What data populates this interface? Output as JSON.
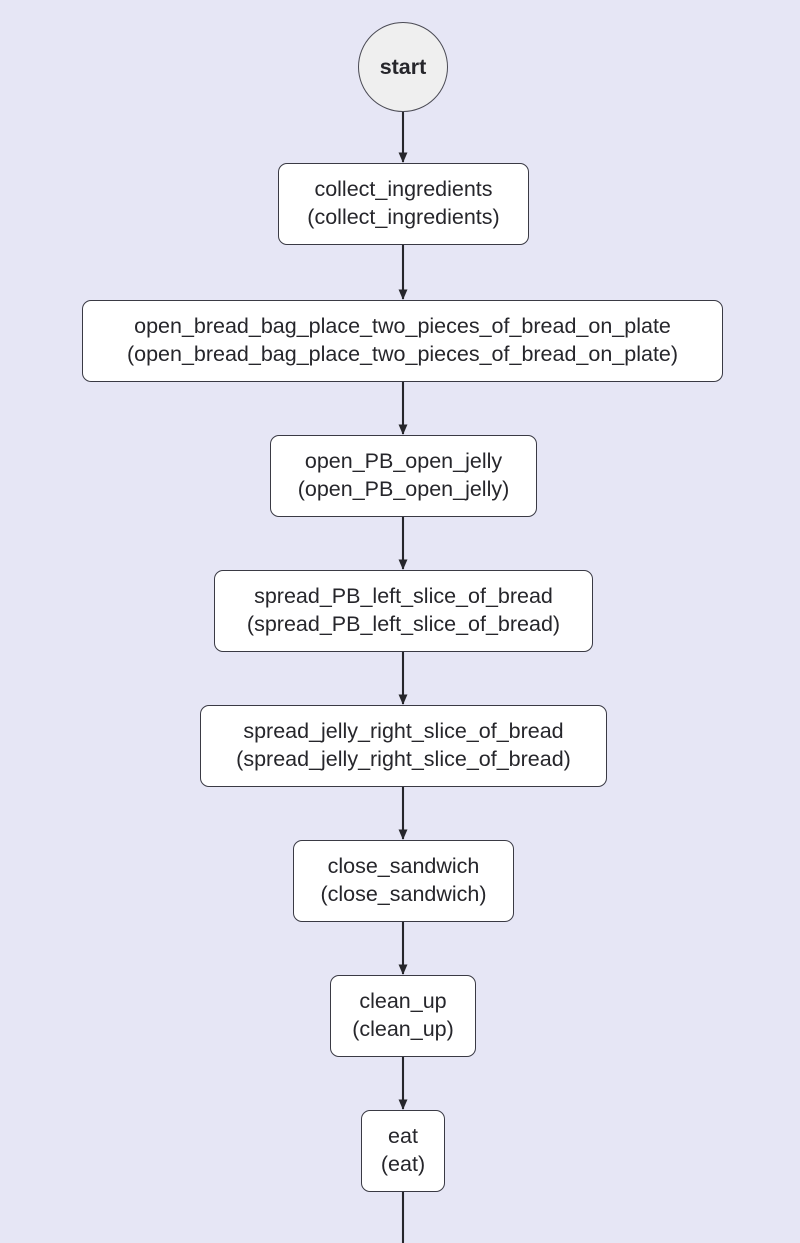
{
  "diagram": {
    "type": "flowchart",
    "orientation": "top-to-bottom",
    "background_color": "#e6e6f5",
    "node_fill": "#ffffff",
    "node_border_color": "#3a3a44",
    "start_fill": "#efefef",
    "text_color": "#26262b",
    "edge_color": "#26262b",
    "nodes": [
      {
        "id": "start",
        "shape": "circle",
        "label": "start",
        "sub": ""
      },
      {
        "id": "collect_ingredients",
        "shape": "rounded-rect",
        "label": "collect_ingredients",
        "sub": "(collect_ingredients)"
      },
      {
        "id": "open_bread_bag_place_two_pieces_of_bread_on_plate",
        "shape": "rounded-rect",
        "label": "open_bread_bag_place_two_pieces_of_bread_on_plate",
        "sub": "(open_bread_bag_place_two_pieces_of_bread_on_plate)"
      },
      {
        "id": "open_PB_open_jelly",
        "shape": "rounded-rect",
        "label": "open_PB_open_jelly",
        "sub": "(open_PB_open_jelly)"
      },
      {
        "id": "spread_PB_left_slice_of_bread",
        "shape": "rounded-rect",
        "label": "spread_PB_left_slice_of_bread",
        "sub": "(spread_PB_left_slice_of_bread)"
      },
      {
        "id": "spread_jelly_right_slice_of_bread",
        "shape": "rounded-rect",
        "label": "spread_jelly_right_slice_of_bread",
        "sub": "(spread_jelly_right_slice_of_bread)"
      },
      {
        "id": "close_sandwich",
        "shape": "rounded-rect",
        "label": "close_sandwich",
        "sub": "(close_sandwich)"
      },
      {
        "id": "clean_up",
        "shape": "rounded-rect",
        "label": "clean_up",
        "sub": "(clean_up)"
      },
      {
        "id": "eat",
        "shape": "rounded-rect",
        "label": "eat",
        "sub": "(eat)"
      }
    ],
    "edges": [
      {
        "from": "start",
        "to": "collect_ingredients",
        "label": ""
      },
      {
        "from": "collect_ingredients",
        "to": "open_bread_bag_place_two_pieces_of_bread_on_plate",
        "label": ""
      },
      {
        "from": "open_bread_bag_place_two_pieces_of_bread_on_plate",
        "to": "open_PB_open_jelly",
        "label": ""
      },
      {
        "from": "open_PB_open_jelly",
        "to": "spread_PB_left_slice_of_bread",
        "label": ""
      },
      {
        "from": "spread_PB_left_slice_of_bread",
        "to": "spread_jelly_right_slice_of_bread",
        "label": ""
      },
      {
        "from": "spread_jelly_right_slice_of_bread",
        "to": "close_sandwich",
        "label": ""
      },
      {
        "from": "close_sandwich",
        "to": "clean_up",
        "label": ""
      },
      {
        "from": "clean_up",
        "to": "eat",
        "label": ""
      },
      {
        "from": "eat",
        "to": "",
        "label": ""
      }
    ]
  }
}
